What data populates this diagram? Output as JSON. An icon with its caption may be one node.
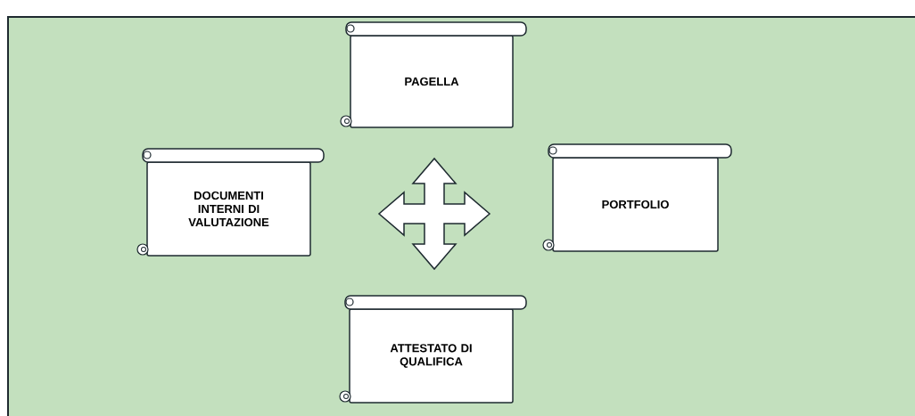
{
  "diagram": {
    "nodes": [
      {
        "text": [
          "PAGELLA"
        ]
      },
      {
        "text": [
          "DOCUMENTI INTERNI DI VALUTAZIONE"
        ]
      },
      {
        "text": [
          "PORTFOLIO"
        ]
      },
      {
        "text": [
          "ATTESTATO DI QUALIFICA"
        ]
      }
    ]
  }
}
